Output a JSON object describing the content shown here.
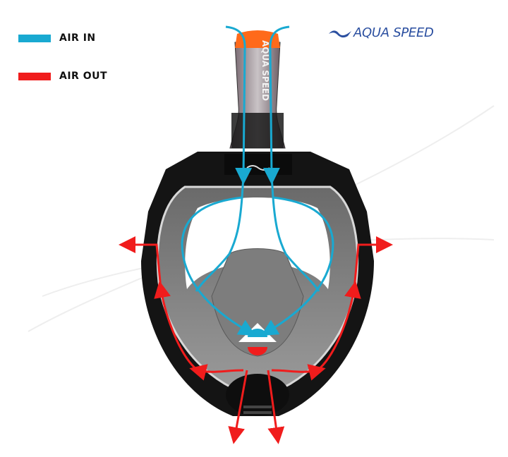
{
  "legend": {
    "items": [
      {
        "label": "AIR IN",
        "color": "#19a9d1"
      },
      {
        "label": "AIR OUT",
        "color": "#f01c1c"
      }
    ]
  },
  "brand": {
    "logo_text": "AQUA SPEED",
    "color": "#2b4fa0",
    "snorkel_print": "AQUA SPEED"
  },
  "colors": {
    "air_in": "#19a9d1",
    "air_out": "#f01c1c",
    "frame": "#111111",
    "snorkel_cap": "#ff6a1a",
    "lens_tint": "#8a8a8a"
  },
  "diagram": {
    "subject": "full-face snorkel mask",
    "air_in_path": "enters snorkel top, down both tubes, across upper lens, to mouth valve",
    "air_out_path": "from mouth chamber out through side channels and bottom purge valve"
  }
}
